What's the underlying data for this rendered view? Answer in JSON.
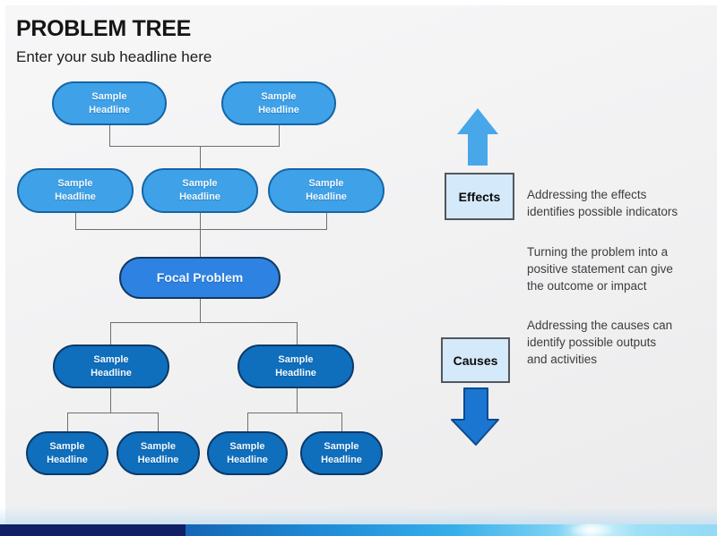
{
  "header": {
    "title": "PROBLEM TREE",
    "subtitle": "Enter your sub headline here"
  },
  "tree": {
    "nodes": [
      {
        "level": "effects-top",
        "label": "Sample\nHeadline"
      },
      {
        "level": "effects-top",
        "label": "Sample\nHeadline"
      },
      {
        "level": "effects-mid",
        "label": "Sample\nHeadline"
      },
      {
        "level": "effects-mid",
        "label": "Sample\nHeadline"
      },
      {
        "level": "effects-mid",
        "label": "Sample\nHeadline"
      },
      {
        "level": "causes-mid",
        "label": "Sample\nHeadline"
      },
      {
        "level": "causes-mid",
        "label": "Sample\nHeadline"
      },
      {
        "level": "causes-bottom",
        "label": "Sample\nHeadline"
      },
      {
        "level": "causes-bottom",
        "label": "Sample\nHeadline"
      },
      {
        "level": "causes-bottom",
        "label": "Sample\nHeadline"
      },
      {
        "level": "causes-bottom",
        "label": "Sample\nHeadline"
      }
    ],
    "focal": {
      "label": "Focal Problem"
    }
  },
  "legend": {
    "effects_label": "Effects",
    "effects_note": "Addressing the effects\nidentifies possible indicators",
    "middle_note": "Turning the problem into a\npositive statement can give\nthe outcome or impact",
    "causes_label": "Causes",
    "causes_note": "Addressing the causes can\nidentify possible outputs\nand activities"
  },
  "icons": {
    "up_arrow": "effects-up-arrow",
    "down_arrow": "causes-down-arrow"
  },
  "colors": {
    "light_node_fill": "#3FA2E8",
    "light_node_border": "#1565A6",
    "focal_fill": "#2E82E2",
    "dark_node_fill": "#0F6FBD",
    "dark_node_border": "#0A3A69",
    "legend_box_fill": "#D4E9F9",
    "legend_box_border": "#53575B",
    "up_arrow_fill": "#47A7E9",
    "down_arrow_fill": "#1B76D2",
    "down_arrow_border": "#0C4C8E",
    "connector": "#6F6F6F",
    "footer_navy": "#111F64",
    "footer_cyan": "#35AEE9"
  }
}
